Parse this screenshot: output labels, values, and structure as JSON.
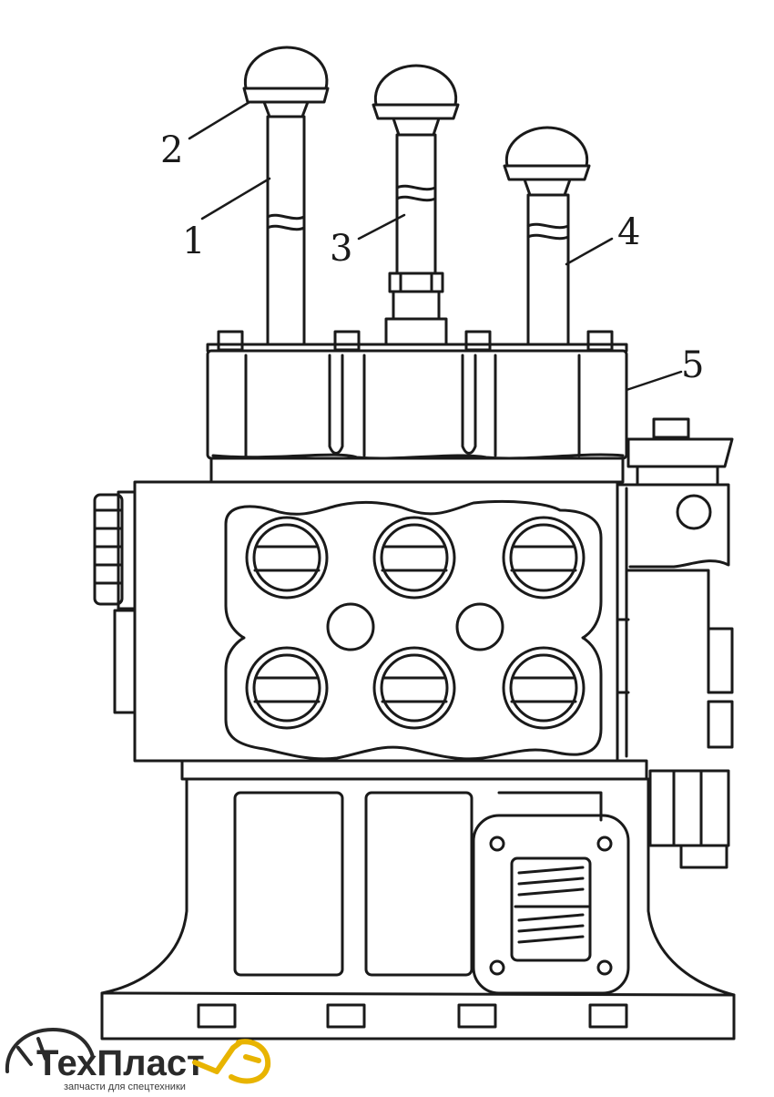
{
  "callouts": [
    {
      "id": "1",
      "label": "1"
    },
    {
      "id": "2",
      "label": "2"
    },
    {
      "id": "3",
      "label": "3"
    },
    {
      "id": "4",
      "label": "4"
    },
    {
      "id": "5",
      "label": "5"
    }
  ],
  "logo": {
    "name": "ТехПласт",
    "tagline": "запчасти для спецтехники",
    "accent_color": "#e8b400",
    "text_color": "#2a2a2a"
  },
  "colors": {
    "line": "#1a1a1a",
    "background": "#ffffff"
  }
}
